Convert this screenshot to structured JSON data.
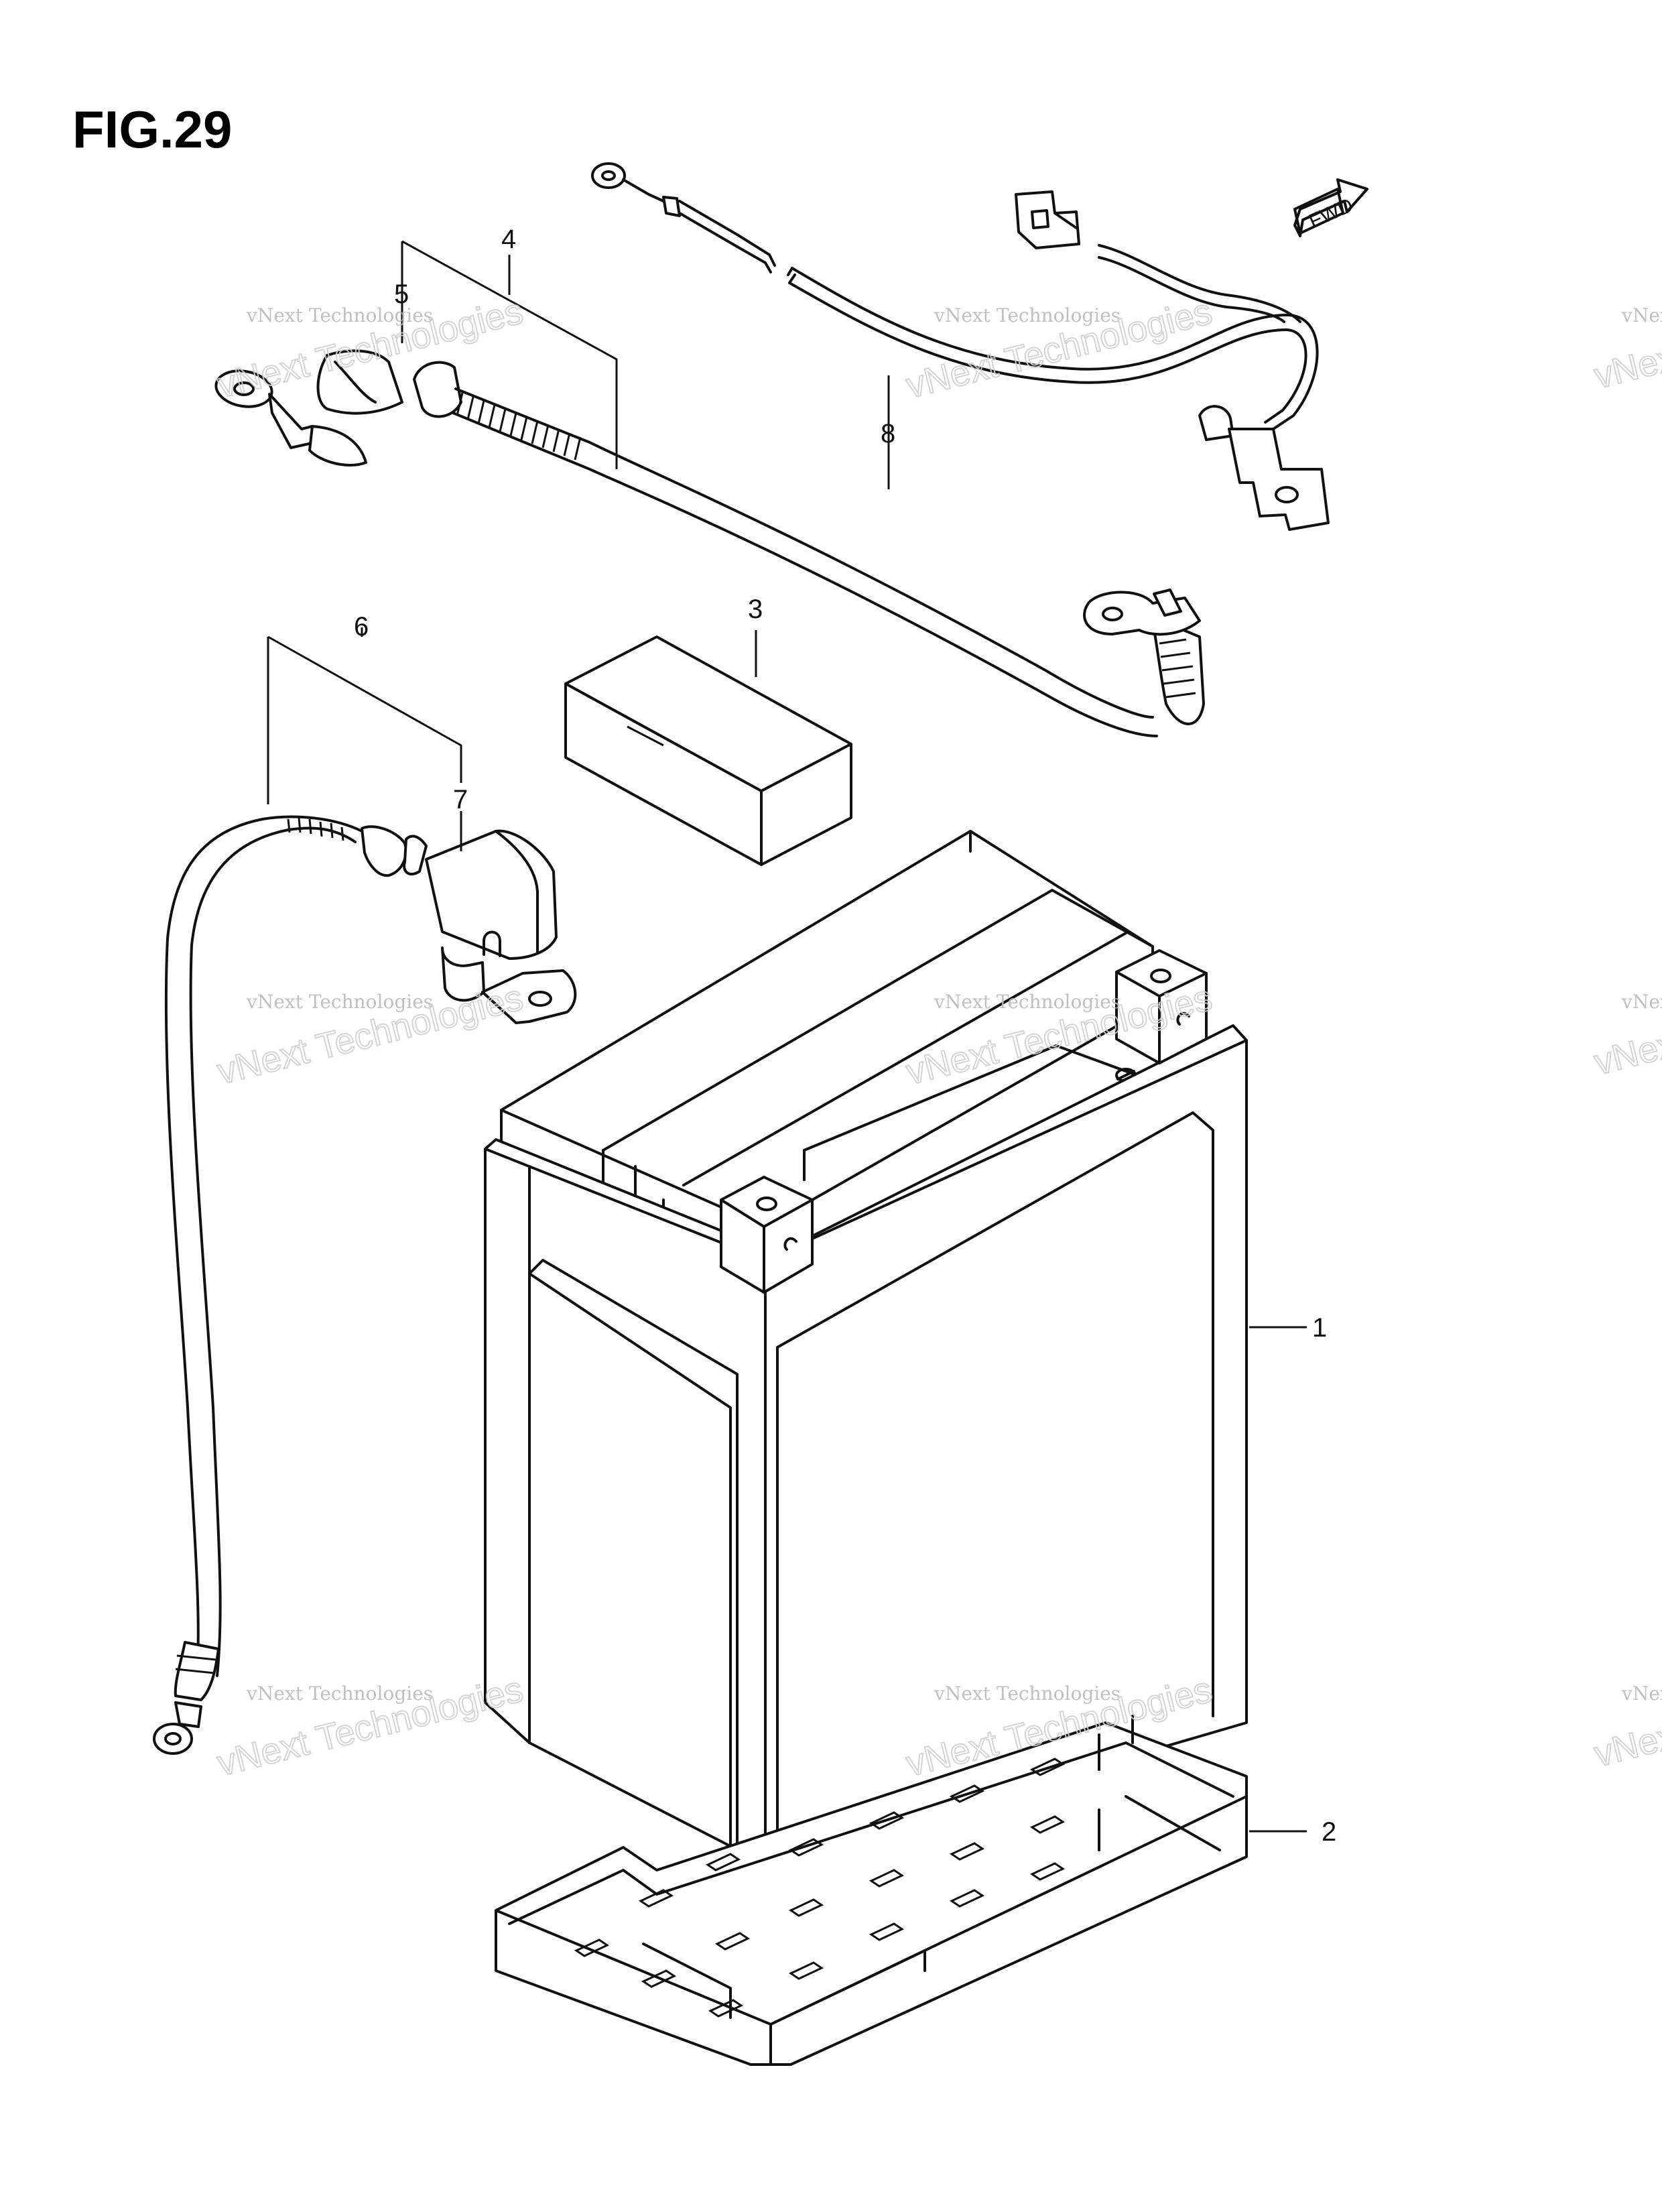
{
  "figure": {
    "title": "FIG.29"
  },
  "direction_badge": {
    "label": "FWD"
  },
  "callouts": [
    "1",
    "2",
    "3",
    "4",
    "5",
    "6",
    "7",
    "8"
  ],
  "watermark": {
    "line1": "vNext Technologies",
    "line2": "vNext Technologies"
  }
}
